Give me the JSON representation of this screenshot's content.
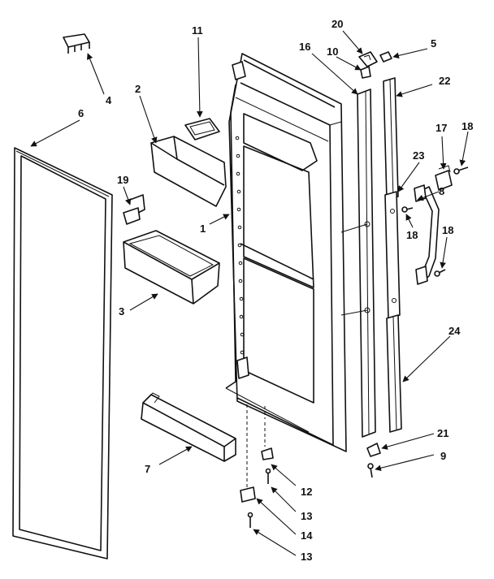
{
  "labels": {
    "l1": "1",
    "l2": "2",
    "l3": "3",
    "l4": "4",
    "l5": "5",
    "l6": "6",
    "l7": "7",
    "l8": "8",
    "l9": "9",
    "l10": "10",
    "l11": "11",
    "l12": "12",
    "l13a": "13",
    "l13b": "13",
    "l14": "14",
    "l16": "16",
    "l17": "17",
    "l18a": "18",
    "l18b": "18",
    "l18c": "18",
    "l19": "19",
    "l20": "20",
    "l21": "21",
    "l22": "22",
    "l23": "23",
    "l24": "24"
  }
}
